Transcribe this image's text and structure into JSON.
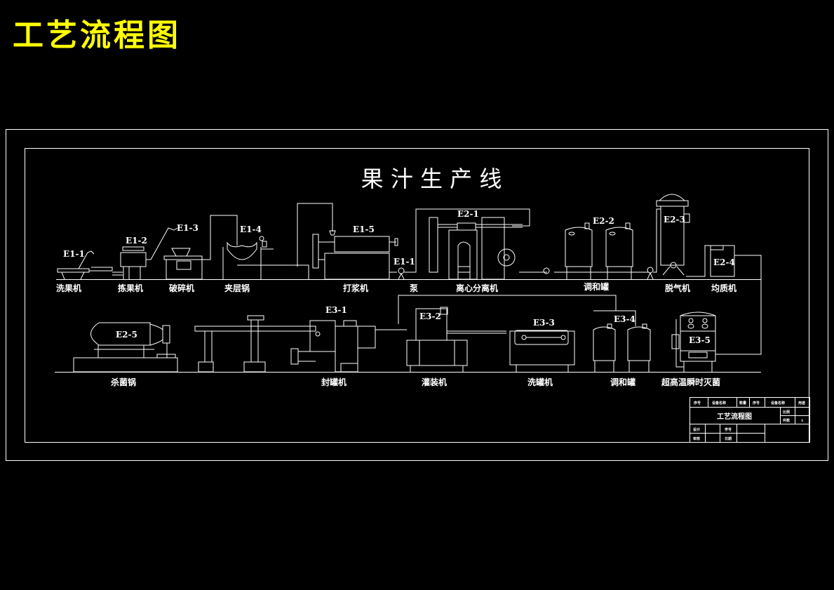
{
  "page_title": "工艺流程图",
  "drawing": {
    "heading": "果 汁 生 产 线",
    "row1": [
      {
        "tag": "E1-1",
        "label": "洗果机"
      },
      {
        "tag": "E1-2",
        "label": "拣果机"
      },
      {
        "tag": "E1-3",
        "label": "破碎机"
      },
      {
        "tag": "E1-4",
        "label": "夹层锅"
      },
      {
        "tag": "E1-5",
        "label": "打浆机"
      },
      {
        "tag": "E1-1",
        "label": "泵"
      },
      {
        "tag": "E2-1",
        "label": "离心分离机"
      },
      {
        "tag": "E2-2",
        "label": "调和罐"
      },
      {
        "tag": "E2-3",
        "label": "脱气机"
      },
      {
        "tag": "E2-4",
        "label": "均质机"
      }
    ],
    "row2": [
      {
        "tag": "E2-5",
        "label": "杀菌锅"
      },
      {
        "tag": "E3-1",
        "label": "封罐机"
      },
      {
        "tag": "E3-2",
        "label": "灌装机"
      },
      {
        "tag": "E3-3",
        "label": "洗罐机"
      },
      {
        "tag": "E3-4",
        "label": "调和罐"
      },
      {
        "tag": "E3-5",
        "label": "超高温瞬时灭菌"
      }
    ]
  },
  "title_block": {
    "headers": [
      "序号",
      "设备名称",
      "数量",
      "序号",
      "设备名称",
      "用途"
    ],
    "name": "工艺流程图",
    "scale_label": "比例",
    "scale_value": "",
    "count_label": "件数",
    "count_value": "1",
    "designer_label": "设计",
    "student_no_label": "学号",
    "reviewer_label": "审核",
    "date_label": "日期"
  },
  "colors": {
    "background": "#000000",
    "lines": "#ffffff",
    "page_title": "#ffff00"
  }
}
